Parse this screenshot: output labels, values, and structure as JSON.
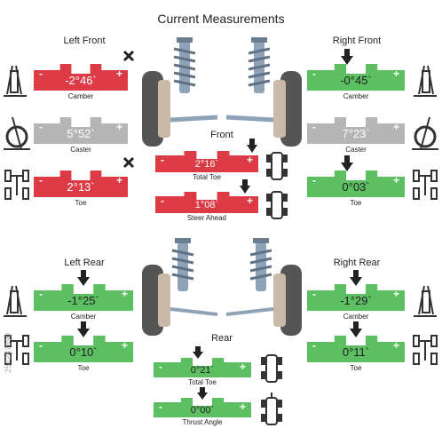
{
  "title": "Current Measurements",
  "colors": {
    "red": "#dc3b46",
    "green": "#5cc062",
    "gray": "#b5b5b5",
    "arrow": "#222222",
    "suspension": "#8fa3b8",
    "tire": "#555555"
  },
  "left_front": {
    "heading": "Left Front",
    "camber": {
      "value": "-2°46`",
      "label": "Camber",
      "status": "red",
      "minus": "-",
      "plus": "+"
    },
    "caster": {
      "value": "5°52`",
      "label": "Caster",
      "status": "gray",
      "minus": "-",
      "plus": "+"
    },
    "toe": {
      "value": "2°13`",
      "label": "Toe",
      "status": "red",
      "minus": "-",
      "plus": "+"
    }
  },
  "right_front": {
    "heading": "Right Front",
    "camber": {
      "value": "-0°45`",
      "label": "Camber",
      "status": "green",
      "minus": "-",
      "plus": "+"
    },
    "caster": {
      "value": "7°23`",
      "label": "Caster",
      "status": "gray",
      "minus": "-",
      "plus": "+"
    },
    "toe": {
      "value": "0°03`",
      "label": "Toe",
      "status": "green",
      "minus": "-",
      "plus": "+"
    }
  },
  "front": {
    "heading": "Front",
    "total_toe": {
      "value": "2°16`",
      "label": "Total Toe",
      "status": "red",
      "minus": "-",
      "plus": "+"
    },
    "steer_ahead": {
      "value": "1°08`",
      "label": "Steer Ahead",
      "status": "red",
      "minus": "-",
      "plus": "+"
    }
  },
  "left_rear": {
    "heading": "Left Rear",
    "camber": {
      "value": "-1°25`",
      "label": "Camber",
      "status": "green",
      "minus": "-",
      "plus": "+"
    },
    "toe": {
      "value": "0°10`",
      "label": "Toe",
      "status": "green",
      "minus": "-",
      "plus": "+"
    }
  },
  "right_rear": {
    "heading": "Right Rear",
    "camber": {
      "value": "-1°29`",
      "label": "Camber",
      "status": "green",
      "minus": "-",
      "plus": "+"
    },
    "toe": {
      "value": "0°11`",
      "label": "Toe",
      "status": "green",
      "minus": "-",
      "plus": "+"
    }
  },
  "rear": {
    "heading": "Rear",
    "total_toe": {
      "value": "0°21`",
      "label": "Total Toe",
      "status": "green",
      "minus": "-",
      "plus": "+"
    },
    "thrust_angle": {
      "value": "0°00`",
      "label": "Thrust Angle",
      "status": "green",
      "minus": "-",
      "plus": "+"
    }
  },
  "watermark": "257287590"
}
